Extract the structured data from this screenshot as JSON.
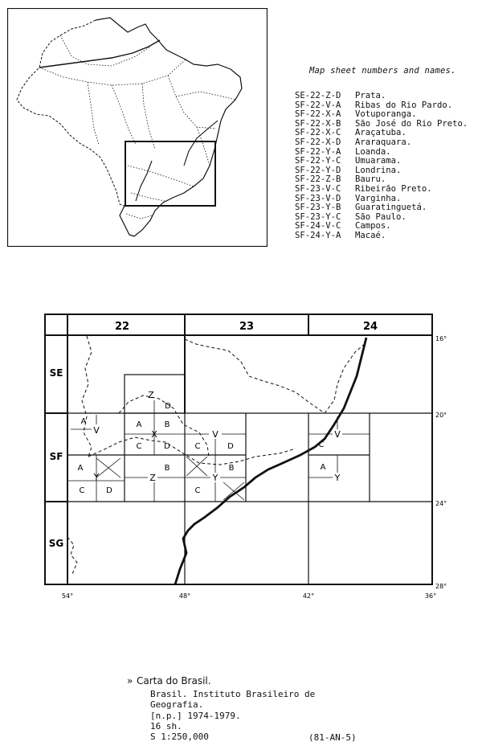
{
  "legend": {
    "title": "Map sheet numbers and names.",
    "sheets": [
      {
        "code": "SE-22-Z-D",
        "name": "Prata."
      },
      {
        "code": "SF-22-V-A",
        "name": "Ribas do Rio Pardo."
      },
      {
        "code": "SF-22-X-A",
        "name": "Votuporanga."
      },
      {
        "code": "SF-22-X-B",
        "name": "São José do Rio Preto."
      },
      {
        "code": "SF-22-X-C",
        "name": "Araçatuba."
      },
      {
        "code": "SF-22-X-D",
        "name": "Araraquara."
      },
      {
        "code": "SF-22-Y-A",
        "name": "Loanda."
      },
      {
        "code": "SF-22-Y-C",
        "name": "Umuarama."
      },
      {
        "code": "SF-22-Y-D",
        "name": "Londrina."
      },
      {
        "code": "SF-22-Z-B",
        "name": "Bauru."
      },
      {
        "code": "SF-23-V-C",
        "name": "Ribeirão Preto."
      },
      {
        "code": "SF-23-V-D",
        "name": "Varginha."
      },
      {
        "code": "SF-23-Y-B",
        "name": "Guaratinguetá."
      },
      {
        "code": "SF-23-Y-C",
        "name": "São Paulo."
      },
      {
        "code": "SF-24-V-C",
        "name": "Campos."
      },
      {
        "code": "SF-24-Y-A",
        "name": "Macaé."
      }
    ]
  },
  "grid": {
    "zones": [
      "22",
      "23",
      "24"
    ],
    "rows": [
      "SE",
      "SF",
      "SG"
    ],
    "longitude_labels": [
      "54°",
      "48°",
      "42°",
      "36°"
    ],
    "latitude_labels": [
      "16°",
      "20°",
      "24°",
      "28°"
    ],
    "cells": {
      "se_z": "Z",
      "se_d": "D",
      "v22_a": "A",
      "v22_v": "V",
      "x22_a": "A",
      "x22_b": "B",
      "x22_x": "X",
      "x22_c": "C",
      "x22_d": "D",
      "y22_a": "A",
      "y22_y": "Y",
      "y22_c": "C",
      "y22_d": "D",
      "z22_b": "B",
      "z22_z": "Z",
      "v23_c": "C",
      "v23_v": "V",
      "v23_d": "D",
      "y23_b": "B",
      "y23_y": "Y",
      "y23_c": "C",
      "v24_c": "C",
      "v24_v": "V",
      "y24_a": "A",
      "y24_y": "Y"
    }
  },
  "citation": {
    "marker": "»",
    "title": "Carta do Brasil.",
    "lines": [
      "Brasil. Instituto Brasileiro de",
      "Geografia.",
      "[n.p.]  1974-1979.",
      "16 sh.",
      "S 1:250,000"
    ],
    "id": "(81-AN-5)"
  }
}
